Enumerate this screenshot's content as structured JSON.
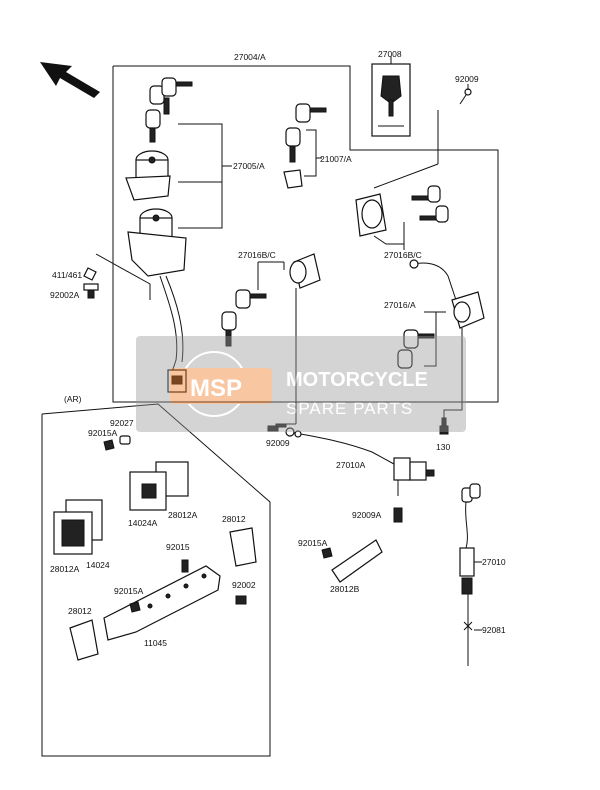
{
  "diagram": {
    "labels": {
      "p27004A": "27004/A",
      "p27008": "27008",
      "p92009_top": "92009",
      "p27005A": "27005/A",
      "p21007A": "21007/A",
      "p27016BC_mid": "27016B/C",
      "p27016BC_right": "27016B/C",
      "p411_461": "411/461",
      "p92002A": "92002A",
      "p27016A": "27016/A",
      "p92009_mid": "92009",
      "p130": "130",
      "p27010A": "27010A",
      "pAR": "(AR)",
      "p92027": "92027",
      "p92015A_1": "92015A",
      "p14024A": "14024A",
      "p28012A_1": "28012A",
      "p28012_1": "28012",
      "p28012A_2": "28012A",
      "p14024": "14024",
      "p92015": "92015",
      "p92015A_2": "92015A",
      "p92002": "92002",
      "p28012_2": "28012",
      "p11045": "11045",
      "p92009A": "92009A",
      "p92015A_3": "92015A",
      "p28012B": "28012B",
      "p27010": "27010",
      "p92081": "92081"
    }
  },
  "watermark": {
    "logo": "MSP",
    "line1": "MOTORCYCLE",
    "line2": "SPARE PARTS",
    "color": "#f07a22"
  }
}
